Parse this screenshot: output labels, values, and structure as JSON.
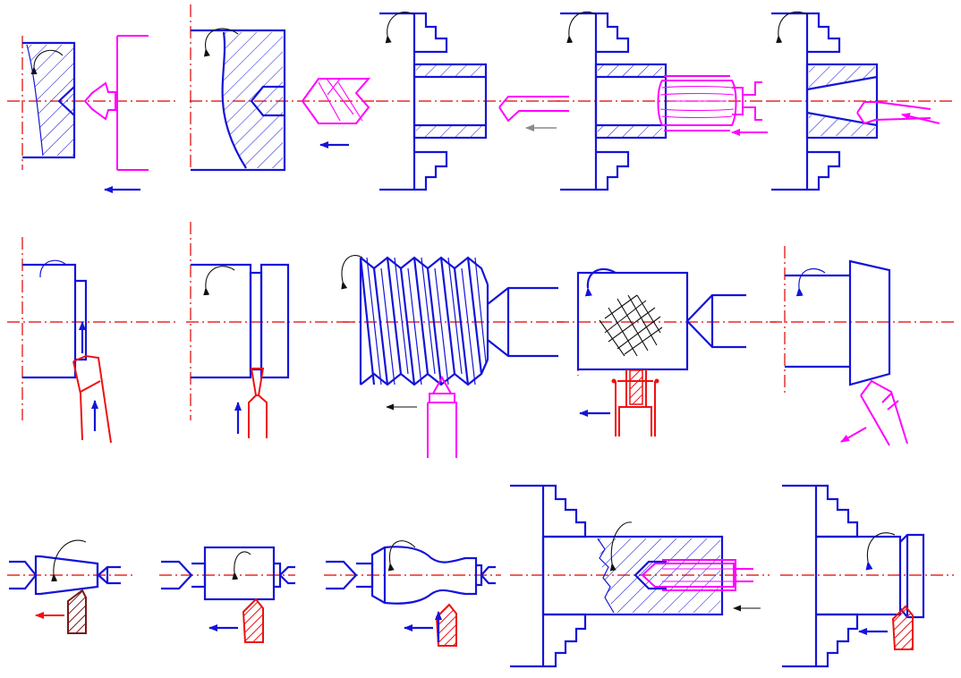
{
  "diagram": {
    "title": "",
    "colors": {
      "workpiece": "#1414d8",
      "axis": "#e00000",
      "tool_magenta": "#ff00ff",
      "tool_red": "#ee1111",
      "tool_dark": "#7a1818",
      "rotation": "#111111",
      "feed_gray": "#8a8a8a"
    },
    "panels": [
      {
        "id": "center-drilling",
        "row": 1,
        "col": 1
      },
      {
        "id": "drilling",
        "row": 1,
        "col": 2
      },
      {
        "id": "boring",
        "row": 1,
        "col": 3
      },
      {
        "id": "reaming",
        "row": 1,
        "col": 4
      },
      {
        "id": "taper-boring",
        "row": 1,
        "col": 5
      },
      {
        "id": "facing",
        "row": 2,
        "col": 1
      },
      {
        "id": "grooving",
        "row": 2,
        "col": 2
      },
      {
        "id": "thread-cutting",
        "row": 2,
        "col": 3
      },
      {
        "id": "knurling",
        "row": 2,
        "col": 4
      },
      {
        "id": "taper-turning",
        "row": 2,
        "col": 5
      },
      {
        "id": "taper-turning-between-centers",
        "row": 3,
        "col": 1
      },
      {
        "id": "straight-turning",
        "row": 3,
        "col": 2
      },
      {
        "id": "profile-turning",
        "row": 3,
        "col": 3
      },
      {
        "id": "tapping",
        "row": 3,
        "col": 4
      },
      {
        "id": "chamfering",
        "row": 3,
        "col": 5
      }
    ]
  }
}
